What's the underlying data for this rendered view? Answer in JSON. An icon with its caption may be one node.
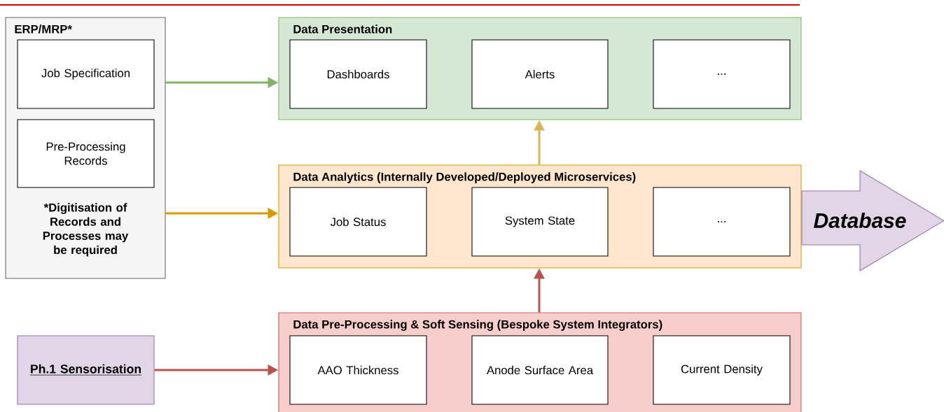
{
  "diagram": {
    "nodes": [
      {
        "text": [
          "ERP/MRP*",
          "*Digitisation of Records and Processes may be required"
        ]
      },
      {
        "text": [
          "Job Specification"
        ],
        "in": 0
      },
      {
        "text": [
          "Pre-Processing Records"
        ],
        "in": 0
      },
      {
        "text": [
          "Data Presentation"
        ]
      },
      {
        "text": [
          "Dashboards"
        ],
        "in": 3
      },
      {
        "text": [
          "Alerts"
        ],
        "in": 3
      },
      {
        "text": [
          "..."
        ],
        "in": 3
      },
      {
        "text": [
          "Data Analytics (Internally Developed/Deployed Microservices)"
        ]
      },
      {
        "text": [
          "Job Status"
        ],
        "in": 7
      },
      {
        "text": [
          "System State"
        ],
        "in": 7
      },
      {
        "text": [
          "..."
        ],
        "in": 7
      },
      {
        "text": [
          "Data Pre-Processing & Soft Sensing (Bespoke System Integrators)"
        ]
      },
      {
        "text": [
          "AAO Thickness"
        ],
        "in": 11
      },
      {
        "text": [
          "Anode Surface Area"
        ],
        "in": 11
      },
      {
        "text": [
          "Current Density"
        ],
        "in": 11
      },
      {
        "text": [
          "Ph.1 Sensorisation"
        ]
      },
      {
        "text": [
          "Database"
        ]
      }
    ],
    "edges": [
      {
        "from": 0,
        "to": 3,
        "arrow": "to",
        "color": "#82b366"
      },
      {
        "from": 0,
        "to": 7,
        "arrow": "to",
        "color": "#d79b00"
      },
      {
        "from": 7,
        "to": 3,
        "arrow": "to",
        "color": "#d6b656"
      },
      {
        "from": 11,
        "to": 7,
        "arrow": "to",
        "color": "#b85450"
      },
      {
        "from": 15,
        "to": 11,
        "arrow": "to",
        "color": "#b85450"
      }
    ]
  }
}
